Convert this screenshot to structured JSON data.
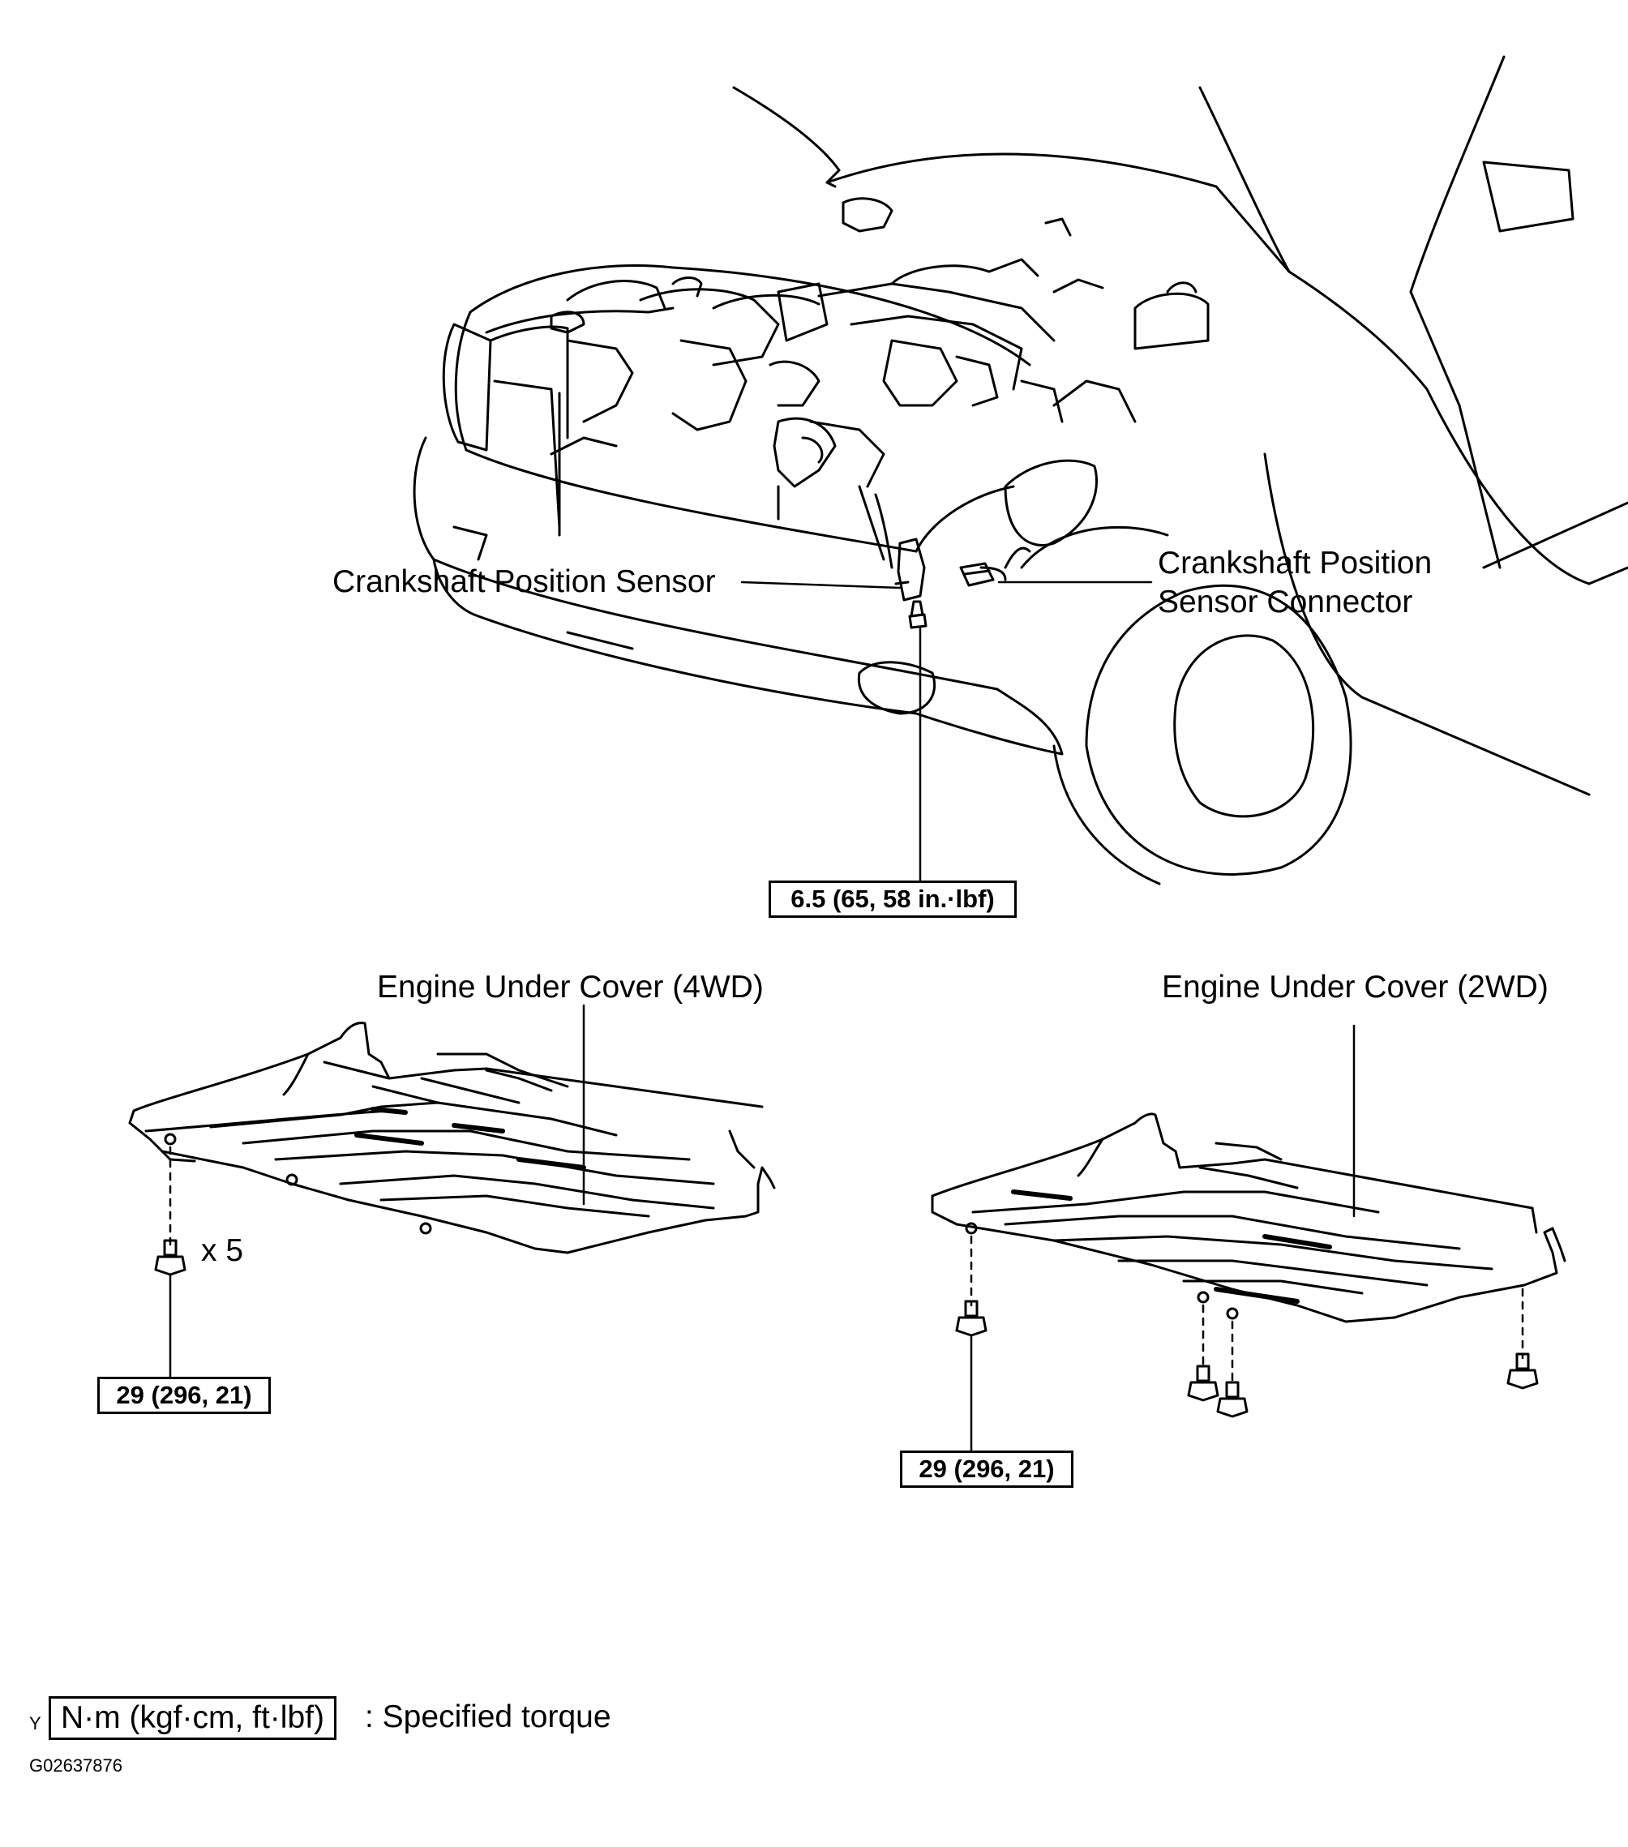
{
  "labels": {
    "sensor": "Crankshaft Position Sensor",
    "connector_line1": "Crankshaft Position",
    "connector_line2": "Sensor Connector",
    "cover_4wd": "Engine Under Cover (4WD)",
    "cover_2wd": "Engine Under Cover (2WD)",
    "bolt_count": "x 5"
  },
  "torque": {
    "sensor_bolt": "6.5 (65, 58 in.·lbf)",
    "cover_4wd": "29 (296, 21)",
    "cover_2wd": "29 (296, 21)"
  },
  "legend": {
    "marker": "Y",
    "unit_box": "N·m (kgf·cm, ft·lbf)",
    "description": ": Specified torque"
  },
  "figure_id": "G02637876",
  "colors": {
    "ink": "#000000",
    "paper": "#ffffff"
  }
}
